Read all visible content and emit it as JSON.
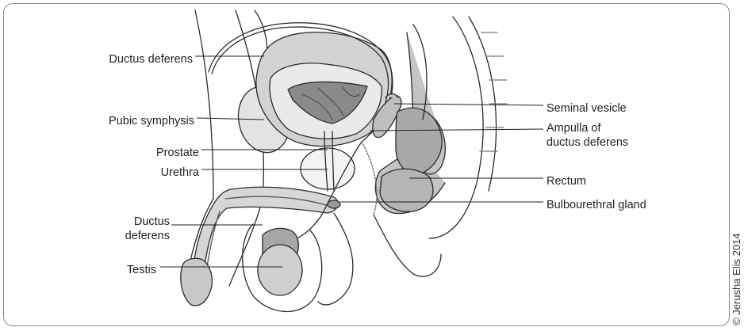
{
  "labels": {
    "ductus_deferens_top": "Ductus deferens",
    "pubic_symphysis": "Pubic symphysis",
    "prostate": "Prostate",
    "urethra": "Urethra",
    "ductus_deferens_bottom_1": "Ductus",
    "ductus_deferens_bottom_2": "deferens",
    "testis": "Testis",
    "seminal_vesicle": "Seminal vesicle",
    "ampulla_1": "Ampulla of",
    "ampulla_2": "ductus deferens",
    "rectum": "Rectum",
    "bulbourethral_gland": "Bulbourethral gland"
  },
  "copyright": "© Jerusha Elis 2014",
  "colors": {
    "outline": "#2a2a2a",
    "tissue_light": "#e0e0e0",
    "tissue_mid": "#bdbdbd",
    "tissue_dark": "#8c8c8c",
    "prostate": "#efefef",
    "leader_line": "#231f20"
  }
}
